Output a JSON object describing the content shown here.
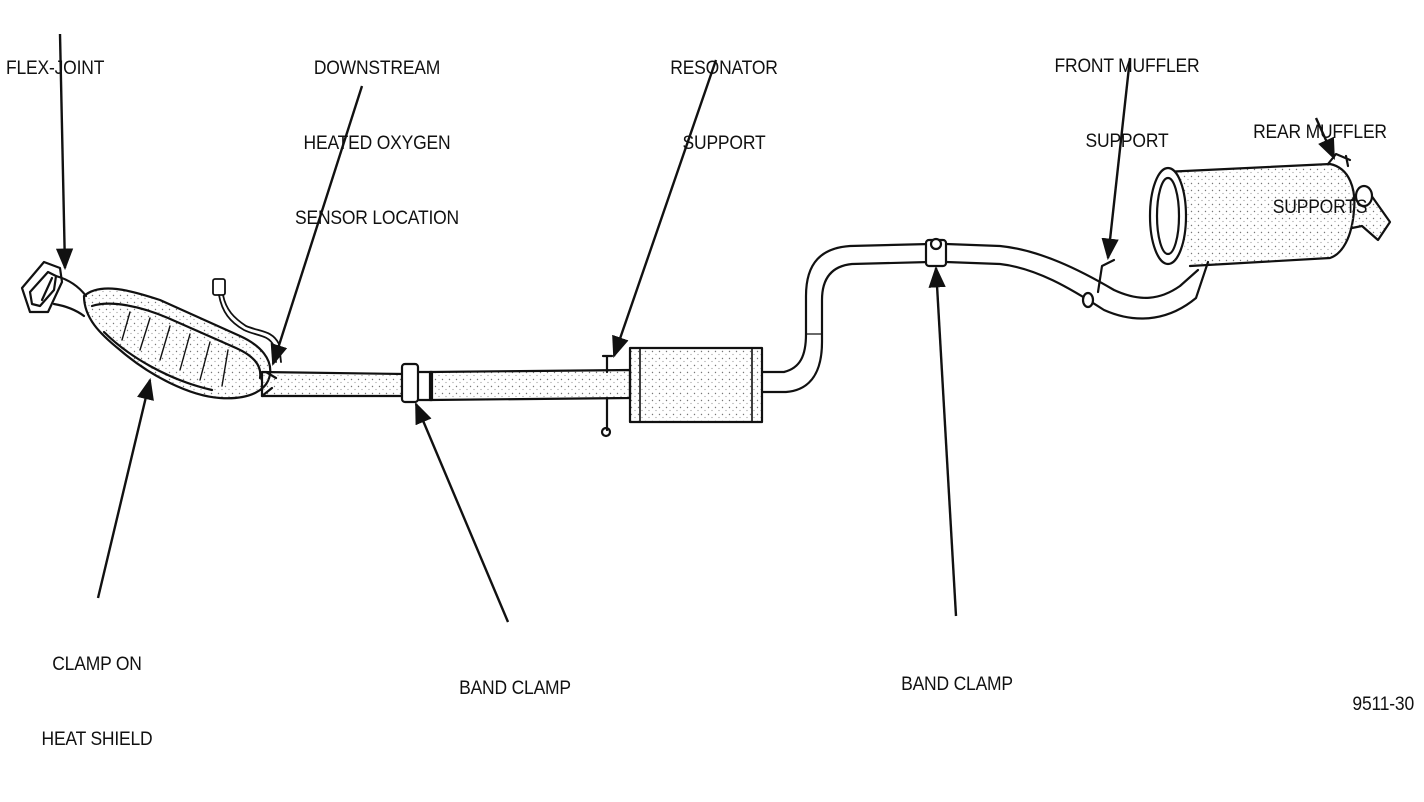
{
  "labels": {
    "flex_joint": [
      "FLEX-JOINT"
    ],
    "downstream_sensor": [
      "DOWNSTREAM",
      "HEATED OXYGEN",
      "SENSOR LOCATION"
    ],
    "resonator_support": [
      "RESONATOR",
      "SUPPORT"
    ],
    "front_muffler_support": [
      "FRONT MUFFLER",
      "SUPPORT"
    ],
    "rear_muffler_supports": [
      "REAR MUFFLER",
      "SUPPORTS"
    ],
    "clamp_on_heat_shield": [
      "CLAMP ON",
      "HEAT SHIELD"
    ],
    "band_clamp_1": [
      "BAND CLAMP"
    ],
    "band_clamp_2": [
      "BAND CLAMP"
    ],
    "figure_id": [
      "9511-30"
    ]
  }
}
